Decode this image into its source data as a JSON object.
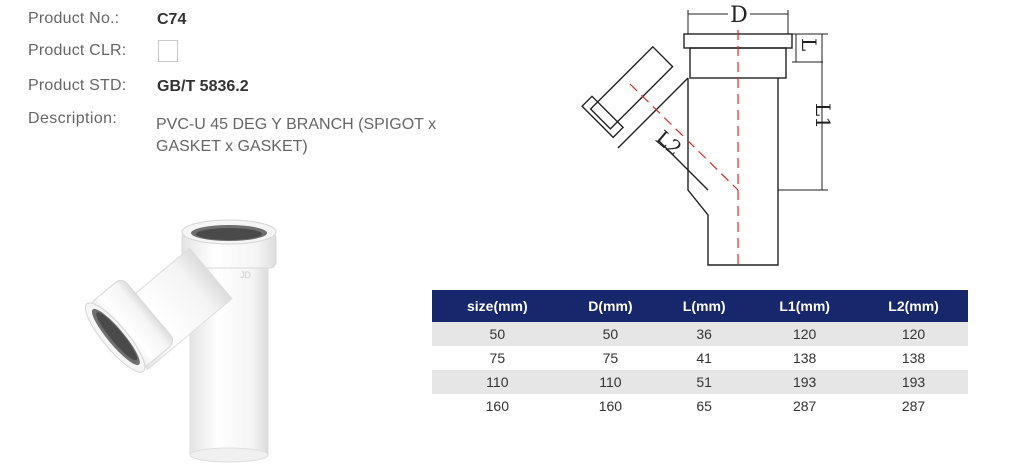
{
  "product": {
    "no_label": "Product No.:",
    "no_value": "C74",
    "clr_label": "Product CLR:",
    "std_label": "Product STD:",
    "std_value": "GB/T 5836.2",
    "desc_label": "Description:",
    "desc_value": "PVC-U 45 DEG Y BRANCH (SPIGOT x GASKET x GASKET)"
  },
  "drawing": {
    "dim_D": "D",
    "dim_L": "L",
    "dim_L1": "L1",
    "dim_L2": "L2"
  },
  "table": {
    "headers": [
      "size(mm)",
      "D(mm)",
      "L(mm)",
      "L1(mm)",
      "L2(mm)"
    ],
    "rows": [
      [
        "50",
        "50",
        "36",
        "120",
        "120"
      ],
      [
        "75",
        "75",
        "41",
        "138",
        "138"
      ],
      [
        "110",
        "110",
        "51",
        "193",
        "193"
      ],
      [
        "160",
        "160",
        "65",
        "287",
        "287"
      ]
    ],
    "header_color": "#16276b"
  }
}
